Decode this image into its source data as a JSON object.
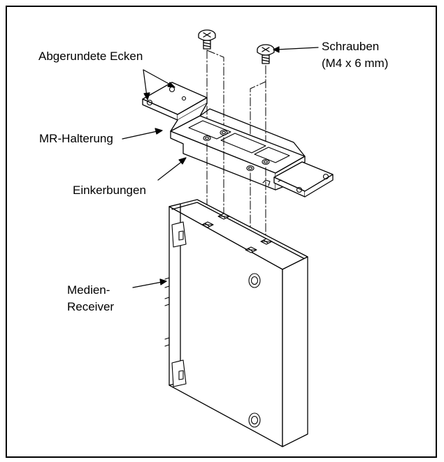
{
  "labels": {
    "rounded_corners": "Abgerundete Ecken",
    "screws_line1": "Schrauben",
    "screws_line2": "(M4 x 6 mm)",
    "bracket": "MR-Halterung",
    "notches": "Einkerbungen",
    "receiver_line1": "Medien-",
    "receiver_line2": "Receiver"
  }
}
